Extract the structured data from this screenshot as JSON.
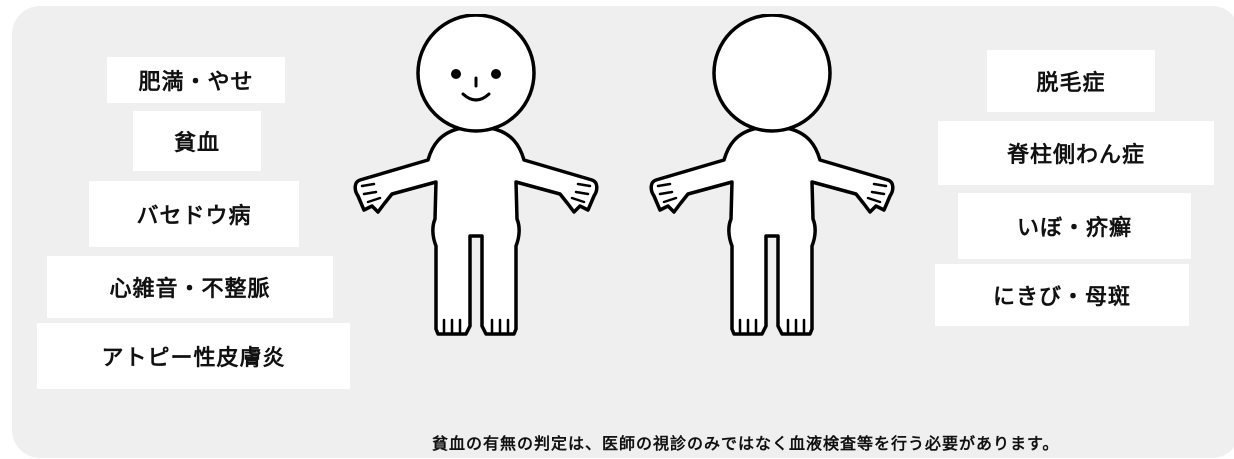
{
  "left_labels": [
    "肥満・やせ",
    "貧血",
    "バセドウ病",
    "心雑音・不整脈",
    "アトピー性皮膚炎"
  ],
  "right_labels": [
    "脱毛症",
    "脊柱側わん症",
    "いぼ・疥癬",
    "にきび・母斑"
  ],
  "note": "貧血の有無の判定は、医師の視診のみではなく血液検査等を行う必要があります。",
  "colors": {
    "panel": "#efefef",
    "label_bg": "#ffffff",
    "stroke": "#000000"
  },
  "icons": [
    "front-body-figure",
    "back-body-figure"
  ]
}
